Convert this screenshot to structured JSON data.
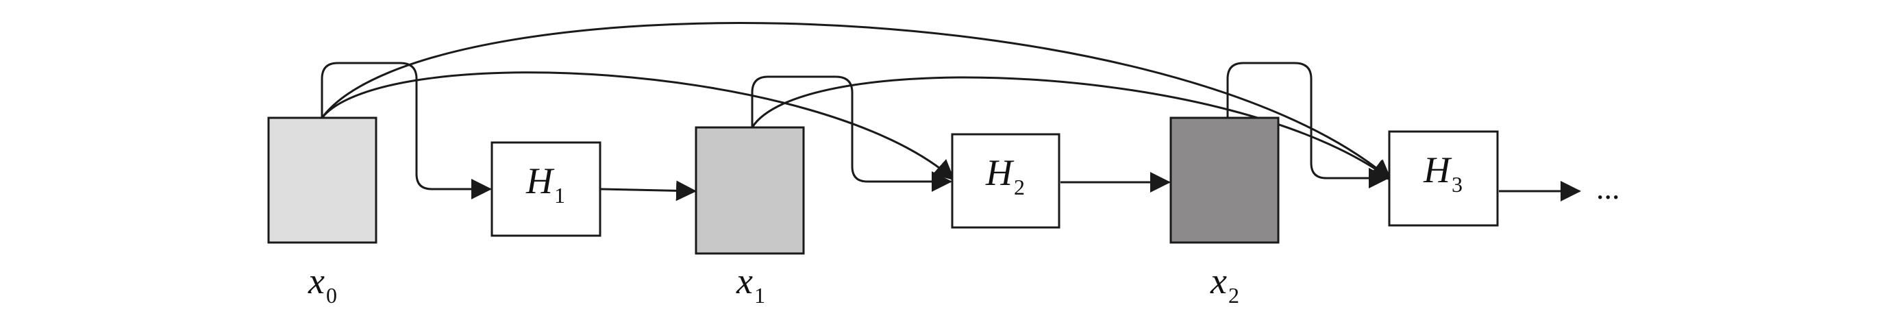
{
  "diagram": {
    "nodes": [
      {
        "id": "x0",
        "main": "x",
        "sub": "0",
        "fill": "#dedede"
      },
      {
        "id": "H1",
        "main": "H",
        "sub": "1",
        "fill": "#ffffff"
      },
      {
        "id": "x1",
        "main": "x",
        "sub": "1",
        "fill": "#c8c8c8"
      },
      {
        "id": "H2",
        "main": "H",
        "sub": "2",
        "fill": "#ffffff"
      },
      {
        "id": "x2",
        "main": "x",
        "sub": "2",
        "fill": "#8c8a8b"
      },
      {
        "id": "H3",
        "main": "H",
        "sub": "3",
        "fill": "#ffffff"
      }
    ],
    "edges": [
      {
        "from": "x0",
        "to": "H1"
      },
      {
        "from": "x0",
        "to": "H2"
      },
      {
        "from": "x0",
        "to": "H3"
      },
      {
        "from": "H1",
        "to": "x1"
      },
      {
        "from": "x1",
        "to": "H2"
      },
      {
        "from": "x1",
        "to": "H3"
      },
      {
        "from": "H2",
        "to": "x2"
      },
      {
        "from": "x2",
        "to": "H3"
      },
      {
        "from": "H3",
        "to": "more"
      }
    ],
    "continuation": "..."
  }
}
